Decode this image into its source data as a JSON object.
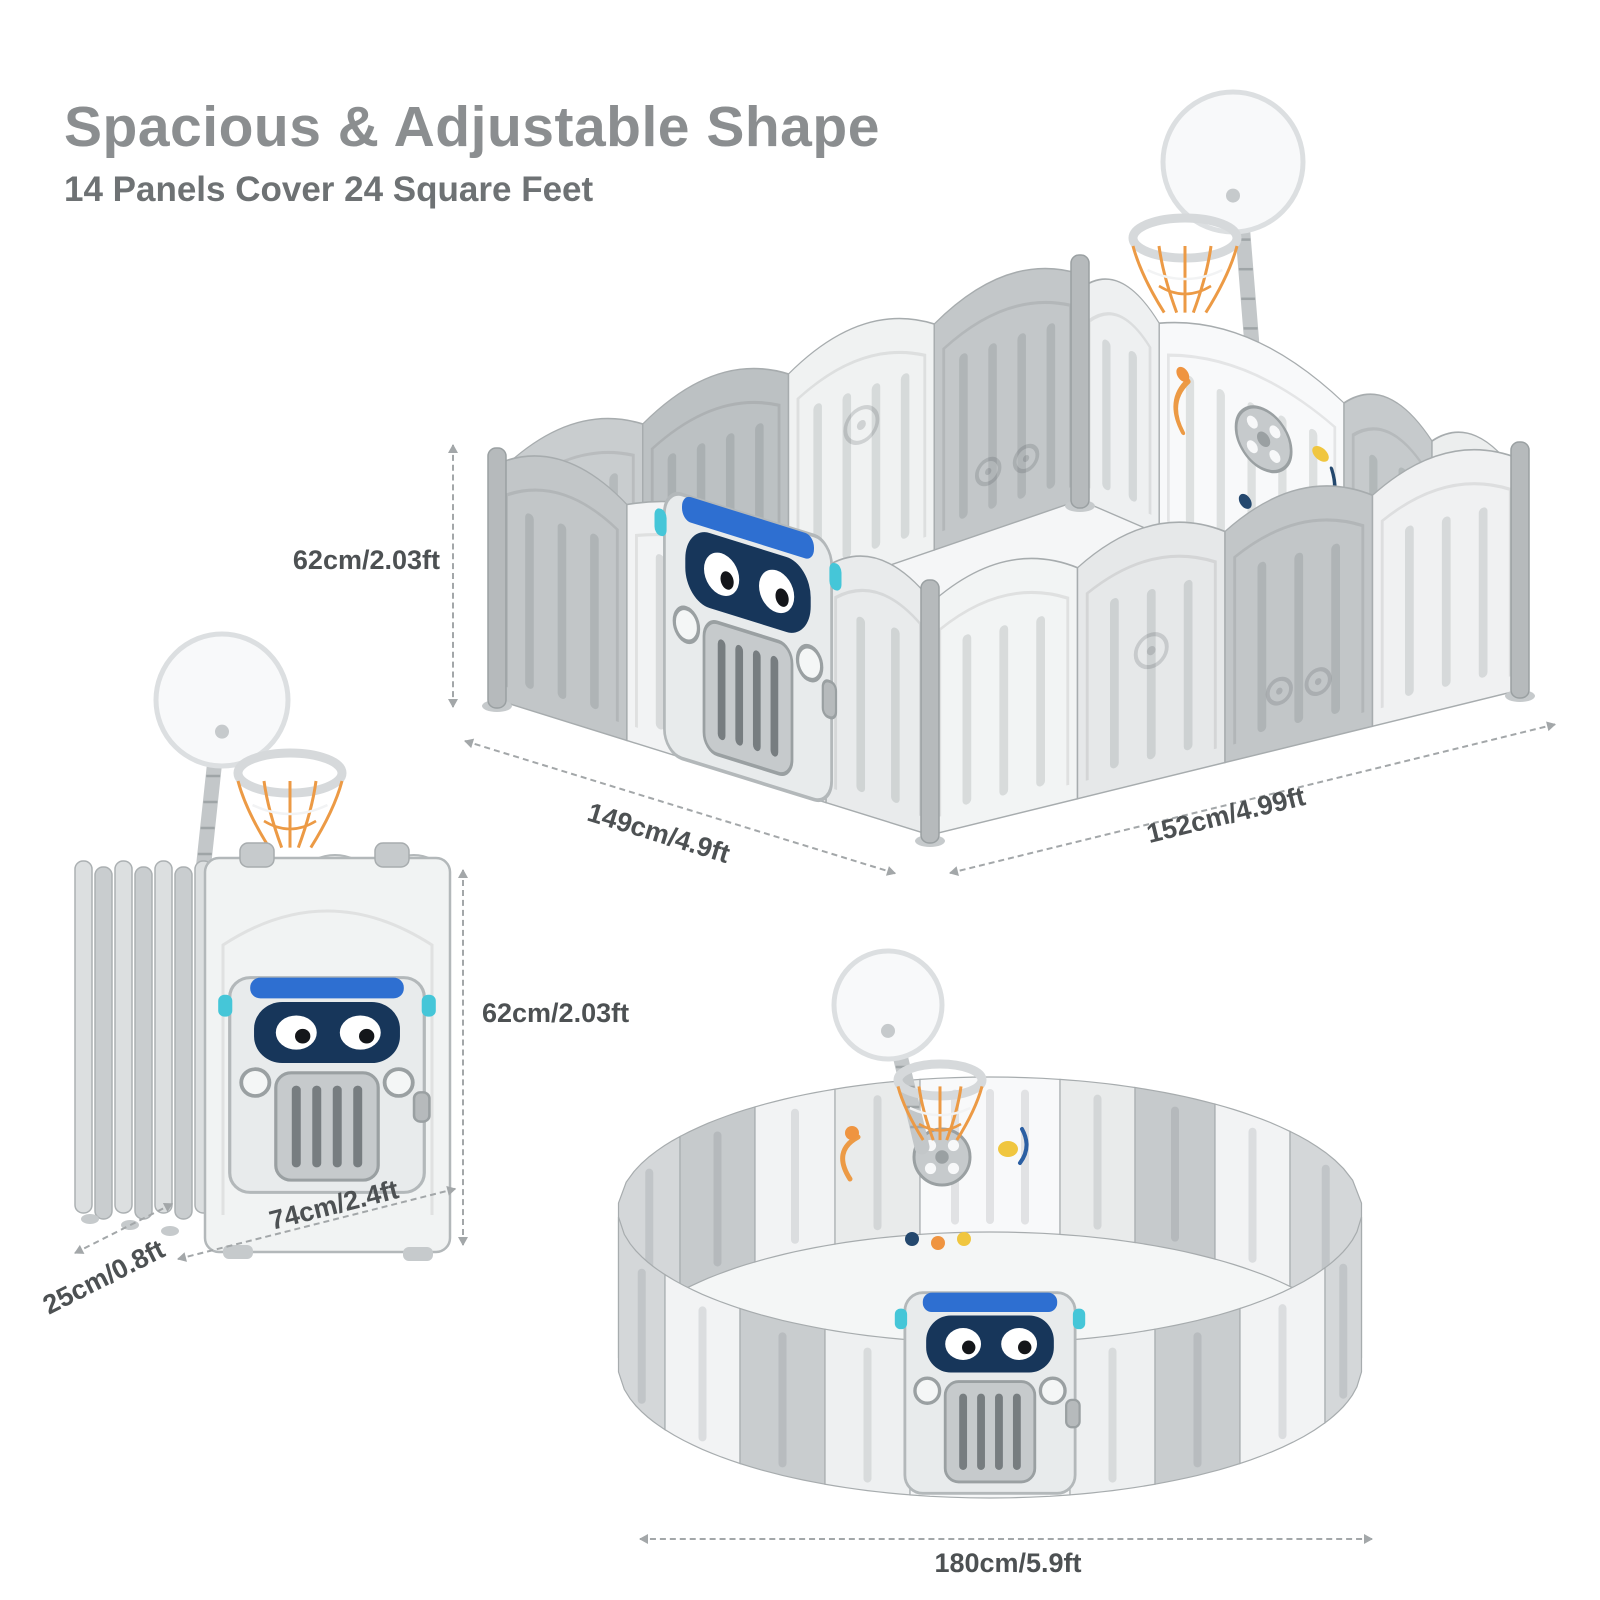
{
  "page": {
    "title": "Spacious & Adjustable Shape",
    "subtitle": "14 Panels Cover 24 Square Feet"
  },
  "dimensions": {
    "playpen_height": "62cm/2.03ft",
    "playpen_width": "149cm/4.9ft",
    "playpen_depth": "152cm/4.99ft",
    "folded_height": "62cm/2.03ft",
    "folded_width": "74cm/2.4ft",
    "folded_depth": "25cm/0.8ft",
    "round_diameter": "180cm/5.9ft"
  },
  "icons": {
    "hoop": "basketball-hoop-icon",
    "gate": "car-gate-icon",
    "activity": "activity-panel-icon"
  },
  "colors": {
    "panel_white": "#f6f7f8",
    "panel_light": "#e9ebec",
    "panel_gray": "#c6cacc",
    "panel_dark": "#b6babc",
    "outline": "#a7acae",
    "accent_blue": "#2e6fd1",
    "windshield_navy": "#17365a",
    "teal": "#45c6d8",
    "net_orange": "#ec9a45",
    "toy_orange": "#ef9440",
    "toy_yellow": "#f0c63f",
    "toy_navy": "#24486e",
    "dimension_line": "#a3a7a9",
    "dimension_text": "#4d5153",
    "title_gray": "#8b8e90"
  }
}
